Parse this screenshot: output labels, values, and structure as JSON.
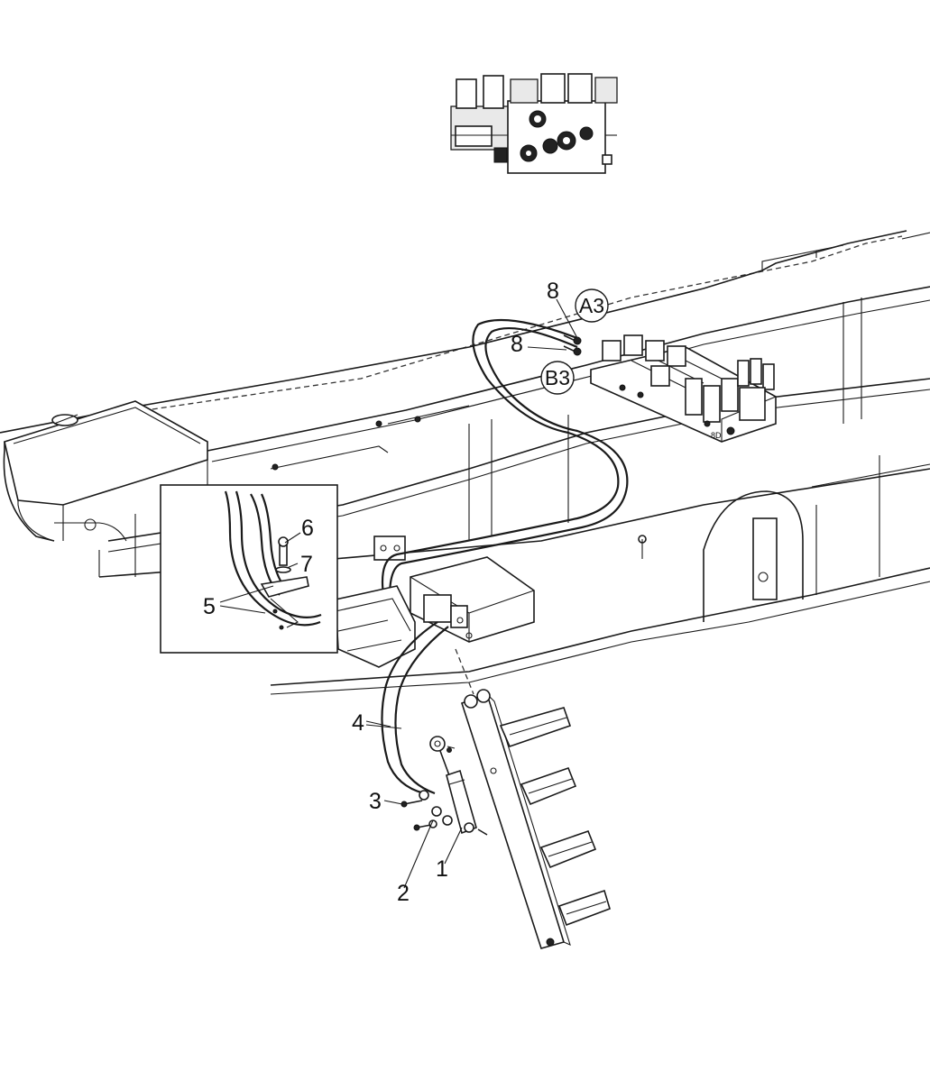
{
  "diagram": {
    "labels": {
      "item1": "1",
      "item2": "2",
      "item3": "3",
      "item4": "4",
      "item5": "5",
      "item6": "6",
      "item7": "7",
      "item8a": "8",
      "item8b": "8",
      "portA3": "A3",
      "portB3": "B3"
    }
  }
}
